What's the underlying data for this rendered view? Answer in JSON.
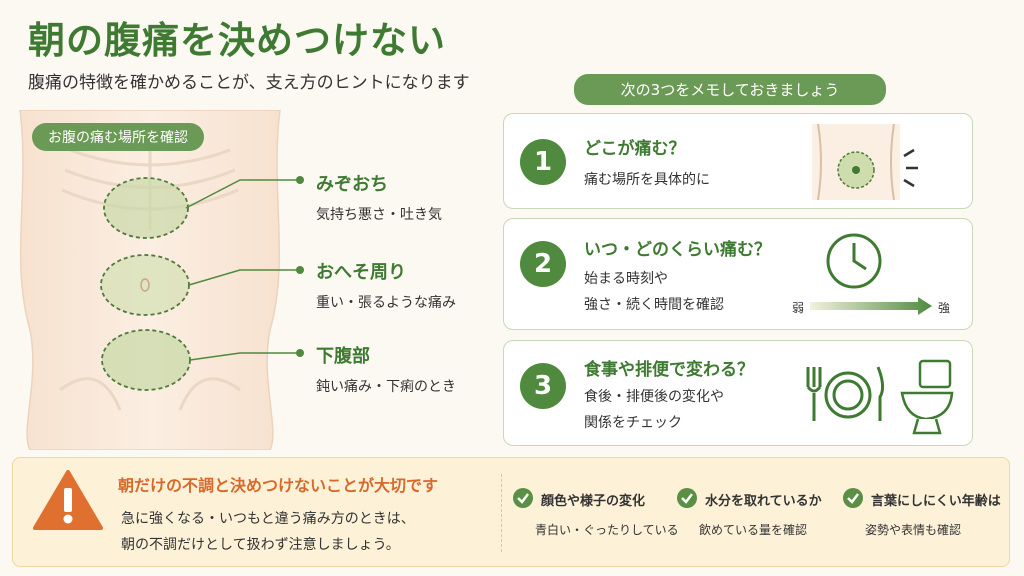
{
  "header": {
    "title": "朝の腹痛を決めつけない",
    "subtitle": "腹痛の特徴を確かめることが、支え方のヒントになります"
  },
  "body_map": {
    "label": "お腹の痛む場所を確認",
    "locations": [
      {
        "title": "みぞおち",
        "desc": "気持ち悪さ・吐き気"
      },
      {
        "title": "おへそ周り",
        "desc": "重い・張るような痛み"
      },
      {
        "title": "下腹部",
        "desc": "鈍い痛み・下痢のとき"
      }
    ]
  },
  "memo": {
    "label": "次の3つをメモしておきましょう",
    "items": [
      {
        "num": "1",
        "question": "どこが痛む？",
        "answer_lines": [
          "痛む場所を具体的に"
        ],
        "icon": "abdomen-target-icon"
      },
      {
        "num": "2",
        "question": "いつ・どのくらい痛む？",
        "answer_lines": [
          "始まる時刻や",
          "強さ・続く時間を確認"
        ],
        "icon": "clock-icon",
        "scale_weak": "弱",
        "scale_strong": "強"
      },
      {
        "num": "3",
        "question": "食事や排便で変わる？",
        "answer_lines": [
          "食後・排便後の変化や",
          "関係をチェック"
        ],
        "icon": "meal-and-toilet-icon"
      }
    ]
  },
  "warning": {
    "icon": "warning-triangle-icon",
    "title": "朝だけの不調と決めつけないことが大切です",
    "lines": [
      "急に強くなる・いつもと違う痛み方のときは、",
      "朝の不調だけとして扱わず注意しましょう。"
    ],
    "checks": [
      {
        "title": "顔色や様子の変化",
        "desc": "青白い・ぐったりしている"
      },
      {
        "title": "水分を取れているか",
        "desc": "飲めている量を確認"
      },
      {
        "title": "言葉にしにくい年齢は",
        "desc": "姿勢や表情も確認"
      }
    ]
  },
  "colors": {
    "accent_green": "#3f7a32",
    "warning_orange": "#e07030",
    "panel_cream": "#fdf2d8"
  }
}
